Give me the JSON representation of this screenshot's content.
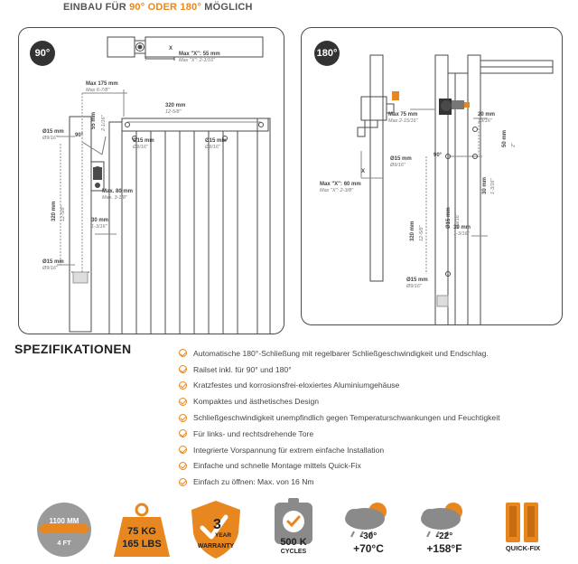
{
  "header": {
    "prefix": "EINBAU FÜR",
    "opt1": "90°",
    "middle": "ODER",
    "opt2": "180°",
    "suffix": "MÖGLICH"
  },
  "colors": {
    "accent": "#e8871f",
    "dark": "#333333",
    "line": "#4a4a4a",
    "gray_icon": "#8a8a8a"
  },
  "panel_90": {
    "badge": "90°",
    "dims": {
      "x_mm": "Max \"X\": 55 mm",
      "x_in": "Max \"X\": 2-1/16\"",
      "a_mm": "Max 175 mm",
      "a_in": "Max 6-7/8\"",
      "b_mm": "55 mm",
      "b_in": "2-1/16\"",
      "c_mm": "320 mm",
      "c_in": "12-5/8\"",
      "d1_mm": "Ø15 mm",
      "d1_in": "Ø9/16\"",
      "angle": "90°",
      "d2_mm": "Ø15 mm",
      "d2_in": "Ø9/16\"",
      "d3_mm": "Ø15 mm",
      "d3_in": "Ø9/16\"",
      "e_mm": "Max. 80 mm",
      "e_in": "Max. 3-1/8\"",
      "f_mm": "320 mm",
      "f_in": "12-5/8\"",
      "g_mm": "30 mm",
      "g_in": "1-3/16\"",
      "d4_mm": "Ø15 mm",
      "d4_in": "Ø9/16\"",
      "x_label": "X"
    }
  },
  "panel_180": {
    "badge": "180°",
    "dims": {
      "a_mm": "Max 75 mm",
      "a_in": "Max 2-15/16\"",
      "b_mm": "20 mm",
      "b_in": "13/16\"",
      "c_mm": "50 mm",
      "c_in": "2\"",
      "d1_mm": "Ø15 mm",
      "d1_in": "Ø9/16\"",
      "angle": "90°",
      "x_mm": "Max \"X\": 60 mm",
      "x_in": "Max \"X\": 2-3/8\"",
      "e_mm": "30 mm",
      "e_in": "1-3/16\"",
      "f_mm": "320 mm",
      "f_in": "12-5/8\"",
      "d2_mm": "Ø15 mm",
      "d2_in": "Ø9/16\"",
      "g_mm": "30 mm",
      "g_in": "1-3/16\"",
      "d3_mm": "Ø15 mm",
      "d3_in": "Ø9/16\"",
      "x_label": "X"
    }
  },
  "specs": {
    "title": "SPEZIFIKATIONEN",
    "items": [
      "Automatische 180°-Schließung mit regelbarer Schließgeschwindigkeit und Endschlag.",
      "Railset inkl. für 90° und 180°",
      "Kratzfestes und korrosionsfrei-eloxiertes Aluminiumgehäuse",
      "Kompaktes und ästhetisches Design",
      "Schließgeschwindigkeit unempfindlich gegen Temperaturschwankungen und Feuchtigkeit",
      "Für links- und rechtsdrehende Tore",
      "Integrierte Vorspannung für extrem einfache Installation",
      "Einfache und schnelle Montage mittels Quick-Fix",
      "Einfach zu öffnen: Max. von 16 Nm"
    ]
  },
  "features": {
    "size": {
      "mm": "1100 MM",
      "ft": "4 FT"
    },
    "weight": {
      "kg": "75 KG",
      "lbs": "165 LBS"
    },
    "warranty": {
      "years": "3",
      "year_label": "YEAR",
      "label": "WARRANTY"
    },
    "cycles": {
      "value": "500 K",
      "label": "CYCLES"
    },
    "temp_c": {
      "low": "-30°",
      "high": "+70°C"
    },
    "temp_f": {
      "low": "-22°",
      "high": "+158°F"
    },
    "quickfix": {
      "label": "QUICK-FIX"
    }
  }
}
